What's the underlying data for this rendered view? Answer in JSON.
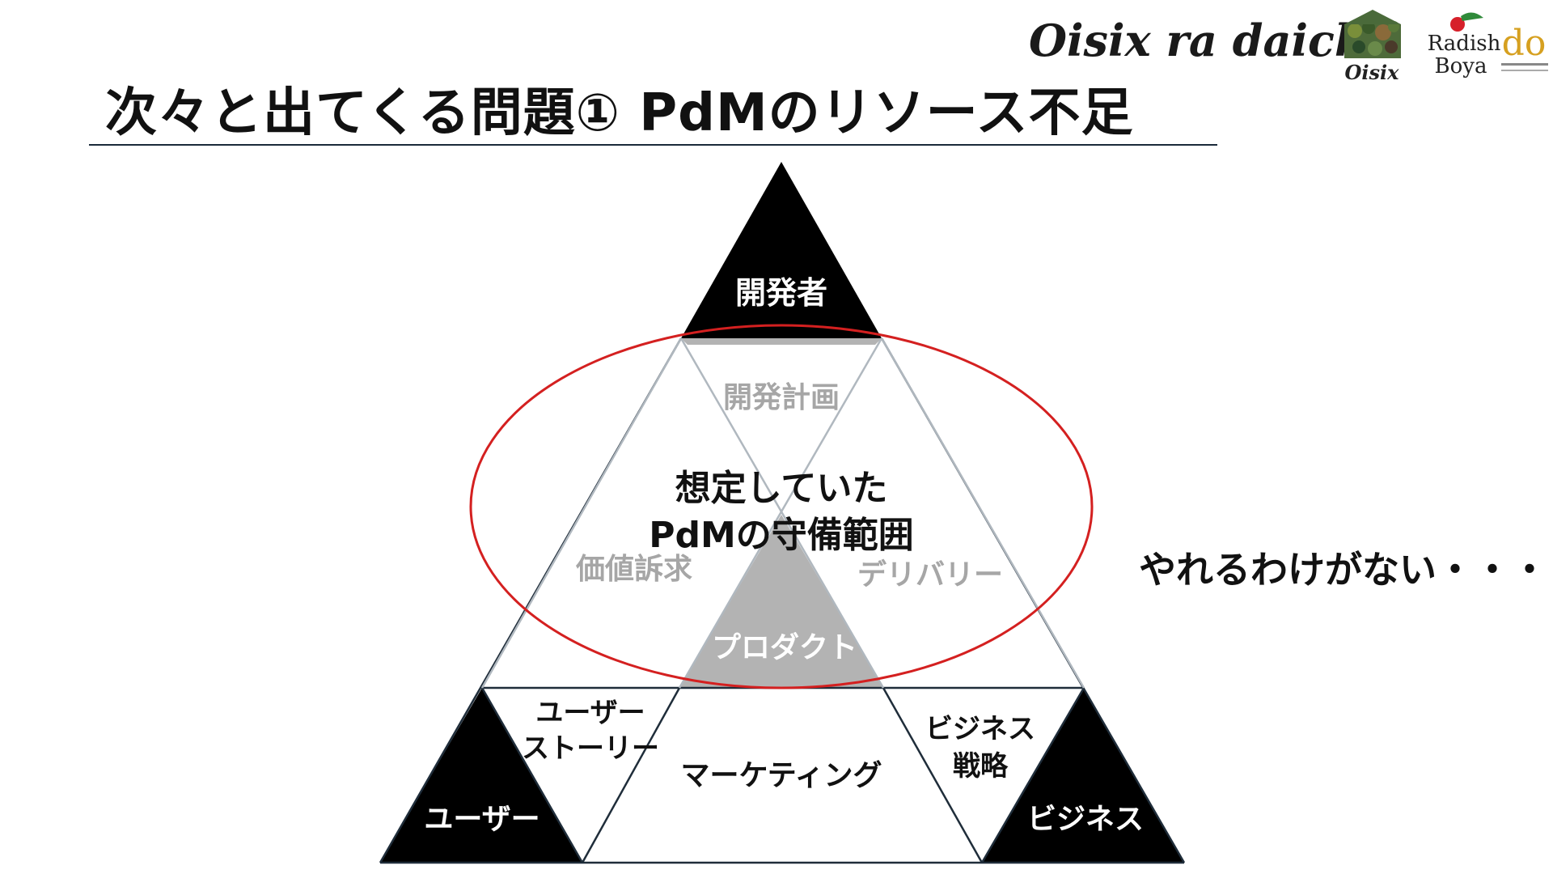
{
  "slide": {
    "title": "次々と出てくる問題①  PdMのリソース不足",
    "side_note": "やれるわけがない・・・"
  },
  "logos": {
    "brand_text": "Oisix ra daichi",
    "oisix_label": "Oisix",
    "radish_label_1": "Radish",
    "radish_label_2": "Boya",
    "daichi_label": "do"
  },
  "diagram": {
    "corners": {
      "top": "開発者",
      "left": "ユーザー",
      "right": "ビジネス"
    },
    "overlaps": {
      "top": "開発計画",
      "left": "価値訴求",
      "right": "デリバリー",
      "center": "プロダクト",
      "bottom_left_1": "ユーザー",
      "bottom_left_2": "ストーリー",
      "bottom": "マーケティング",
      "bottom_right_1": "ビジネス",
      "bottom_right_2": "戦略"
    },
    "scope_label_1": "想定していた",
    "scope_label_2": "PdMの守備範囲"
  },
  "colors": {
    "black": "#000000",
    "gray_fill": "#b3b3b3",
    "gray_line": "#b0b8bf",
    "dark_line": "#1f2d3a",
    "ellipse": "#d42020",
    "faded_text": "#a6a6a6"
  }
}
